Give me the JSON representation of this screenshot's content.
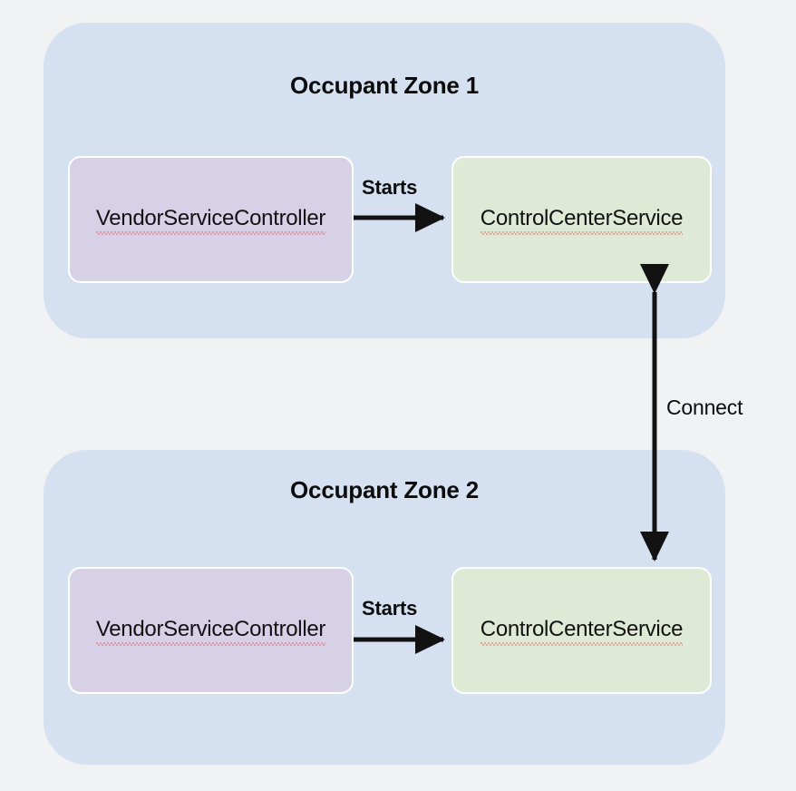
{
  "diagram": {
    "background": "#f1f2f4",
    "zone_fill": "#d5e1f0",
    "vendor_fill": "#d7d1e7",
    "control_fill": "#deead6",
    "edge_color": "#121212",
    "spellcheck_color": "#e2504a"
  },
  "zones": [
    {
      "id": "occupant-zone-1",
      "title": "Occupant Zone 1",
      "nodes": [
        {
          "id": "vendor-service-controller-1",
          "label": "VendorServiceController",
          "kind": "vendor"
        },
        {
          "id": "control-center-service-1",
          "label": "ControlCenterService",
          "kind": "control"
        }
      ],
      "edge_label": "Starts"
    },
    {
      "id": "occupant-zone-2",
      "title": "Occupant Zone 2",
      "nodes": [
        {
          "id": "vendor-service-controller-2",
          "label": "VendorServiceController",
          "kind": "vendor"
        },
        {
          "id": "control-center-service-2",
          "label": "ControlCenterService",
          "kind": "control"
        }
      ],
      "edge_label": "Starts"
    }
  ],
  "cross_zone_edge": {
    "label": "Connect",
    "from": "control-center-service-1",
    "to": "control-center-service-2",
    "direction": "bidirectional"
  }
}
